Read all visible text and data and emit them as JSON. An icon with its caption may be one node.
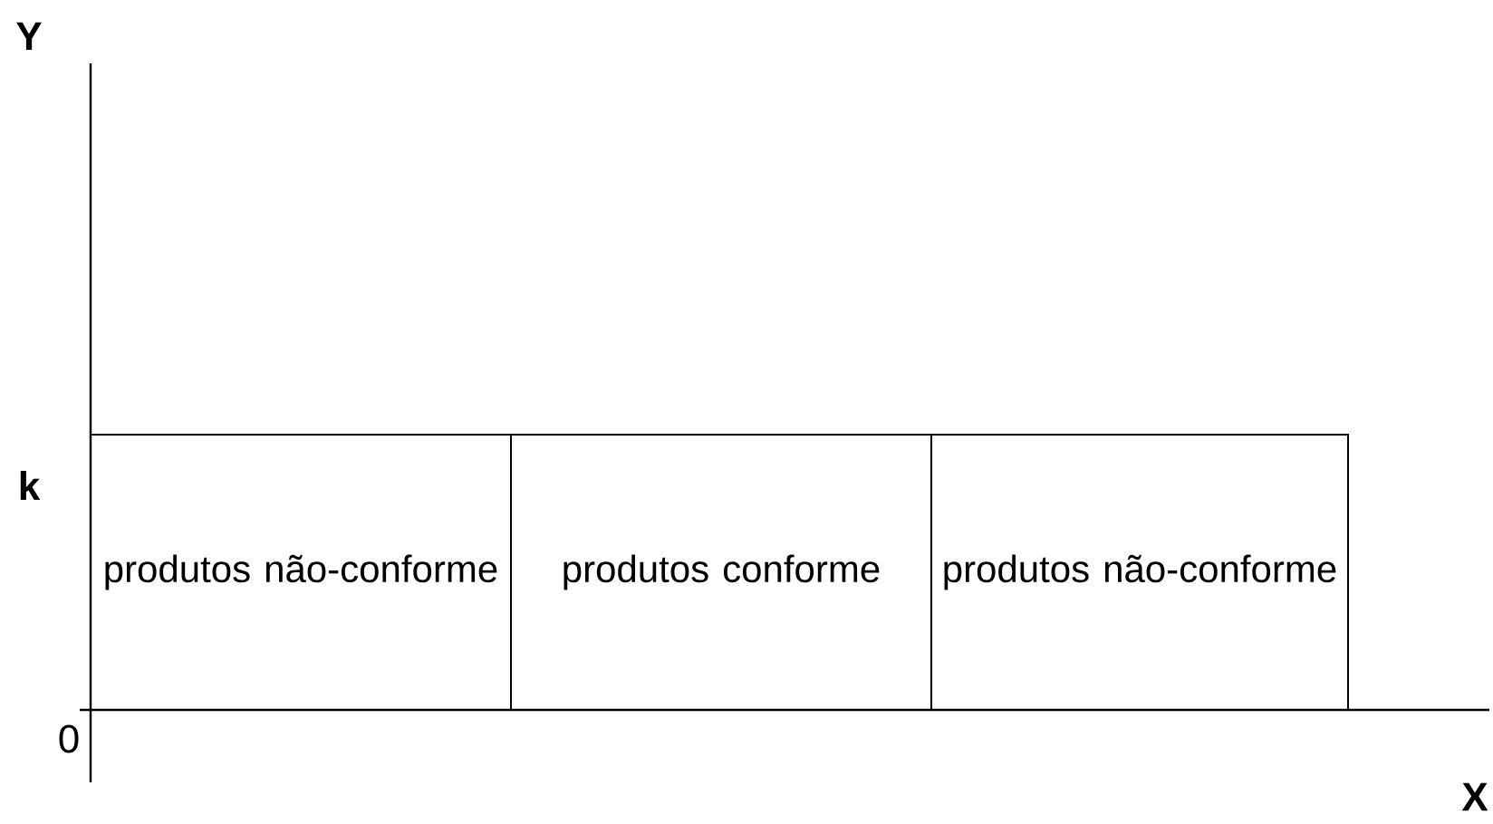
{
  "diagram": {
    "nodes": [
      {
        "text": [
          "produtos não-conforme"
        ]
      },
      {
        "text": [
          "produtos conforme"
        ]
      },
      {
        "text": [
          "produtos não-conforme"
        ]
      }
    ],
    "labels": [
      "Y",
      "k",
      "0",
      "X"
    ]
  }
}
